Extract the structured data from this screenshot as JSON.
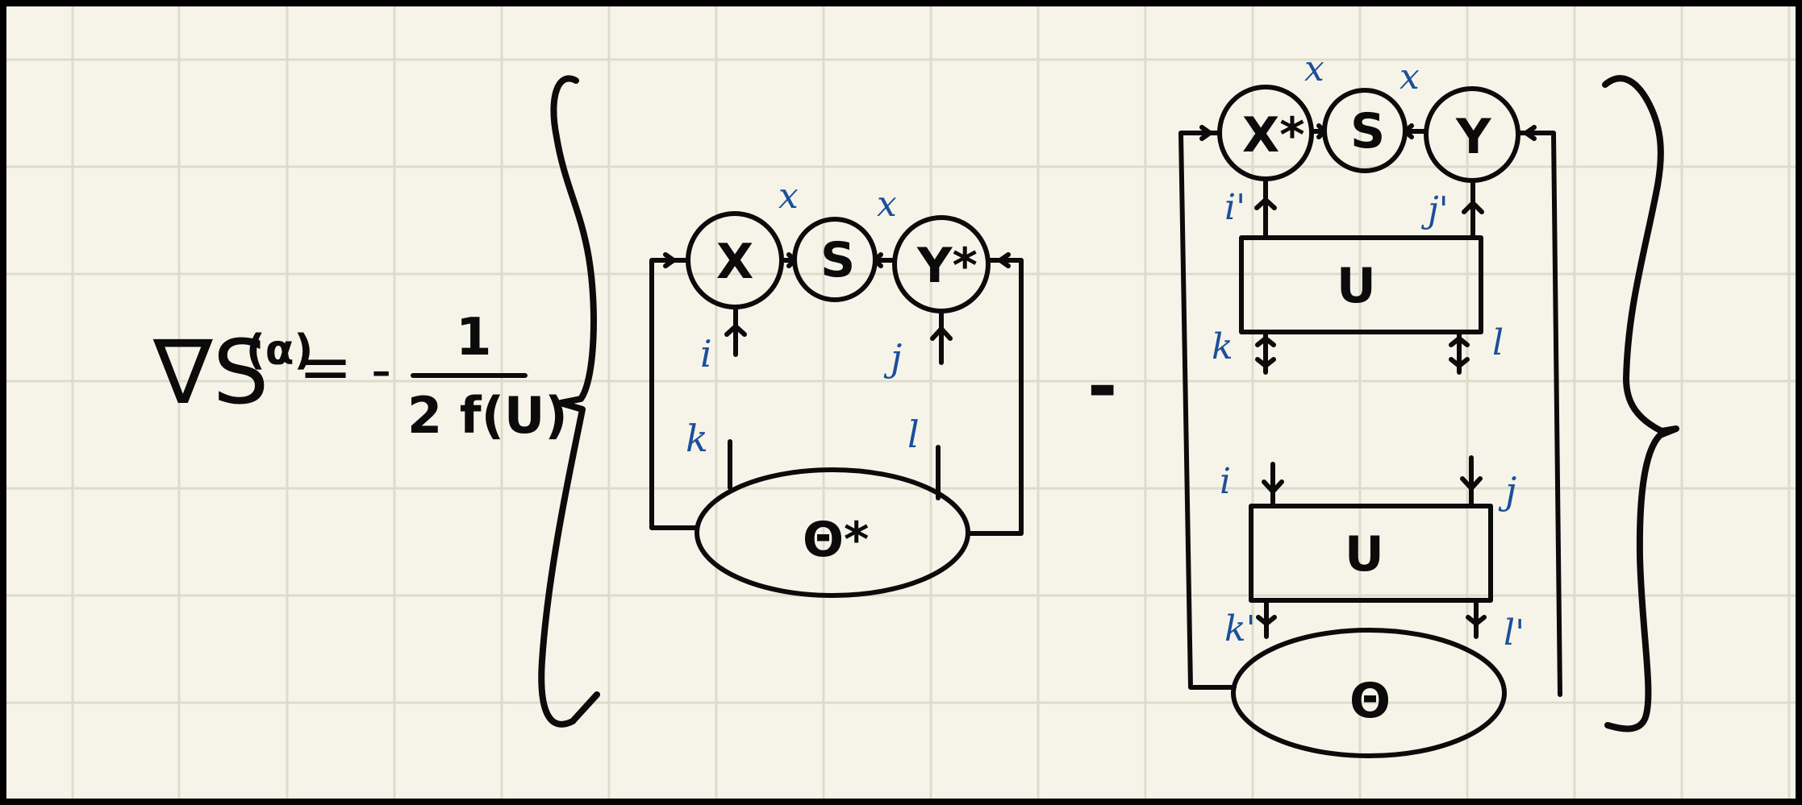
{
  "equation": {
    "lhs": "∇S",
    "lhs_sup": "(α)",
    "equals": "=",
    "minus": "-",
    "numerator": "1",
    "denominator": "2 f(U)"
  },
  "left_diagram": {
    "top_nodes": [
      "X",
      "S",
      "Y*"
    ],
    "top_index_labels": [
      "x",
      "x"
    ],
    "leg_labels": [
      "i",
      "j"
    ],
    "bottom_leg_labels": [
      "k",
      "l"
    ],
    "tensor": "Θ*"
  },
  "middle_minus": "-",
  "right_diagram": {
    "top_nodes": [
      "X*",
      "S",
      "Y"
    ],
    "top_index_labels": [
      "x",
      "x"
    ],
    "upper_leg_labels": [
      "i'",
      "j'"
    ],
    "box_label_1": "U",
    "mid_leg_labels_1": [
      "k",
      "l"
    ],
    "mid_leg_labels_2": [
      "i",
      "j"
    ],
    "box_label_2": "U",
    "lower_leg_labels": [
      "k'",
      "l'"
    ],
    "tensor": "Θ"
  }
}
